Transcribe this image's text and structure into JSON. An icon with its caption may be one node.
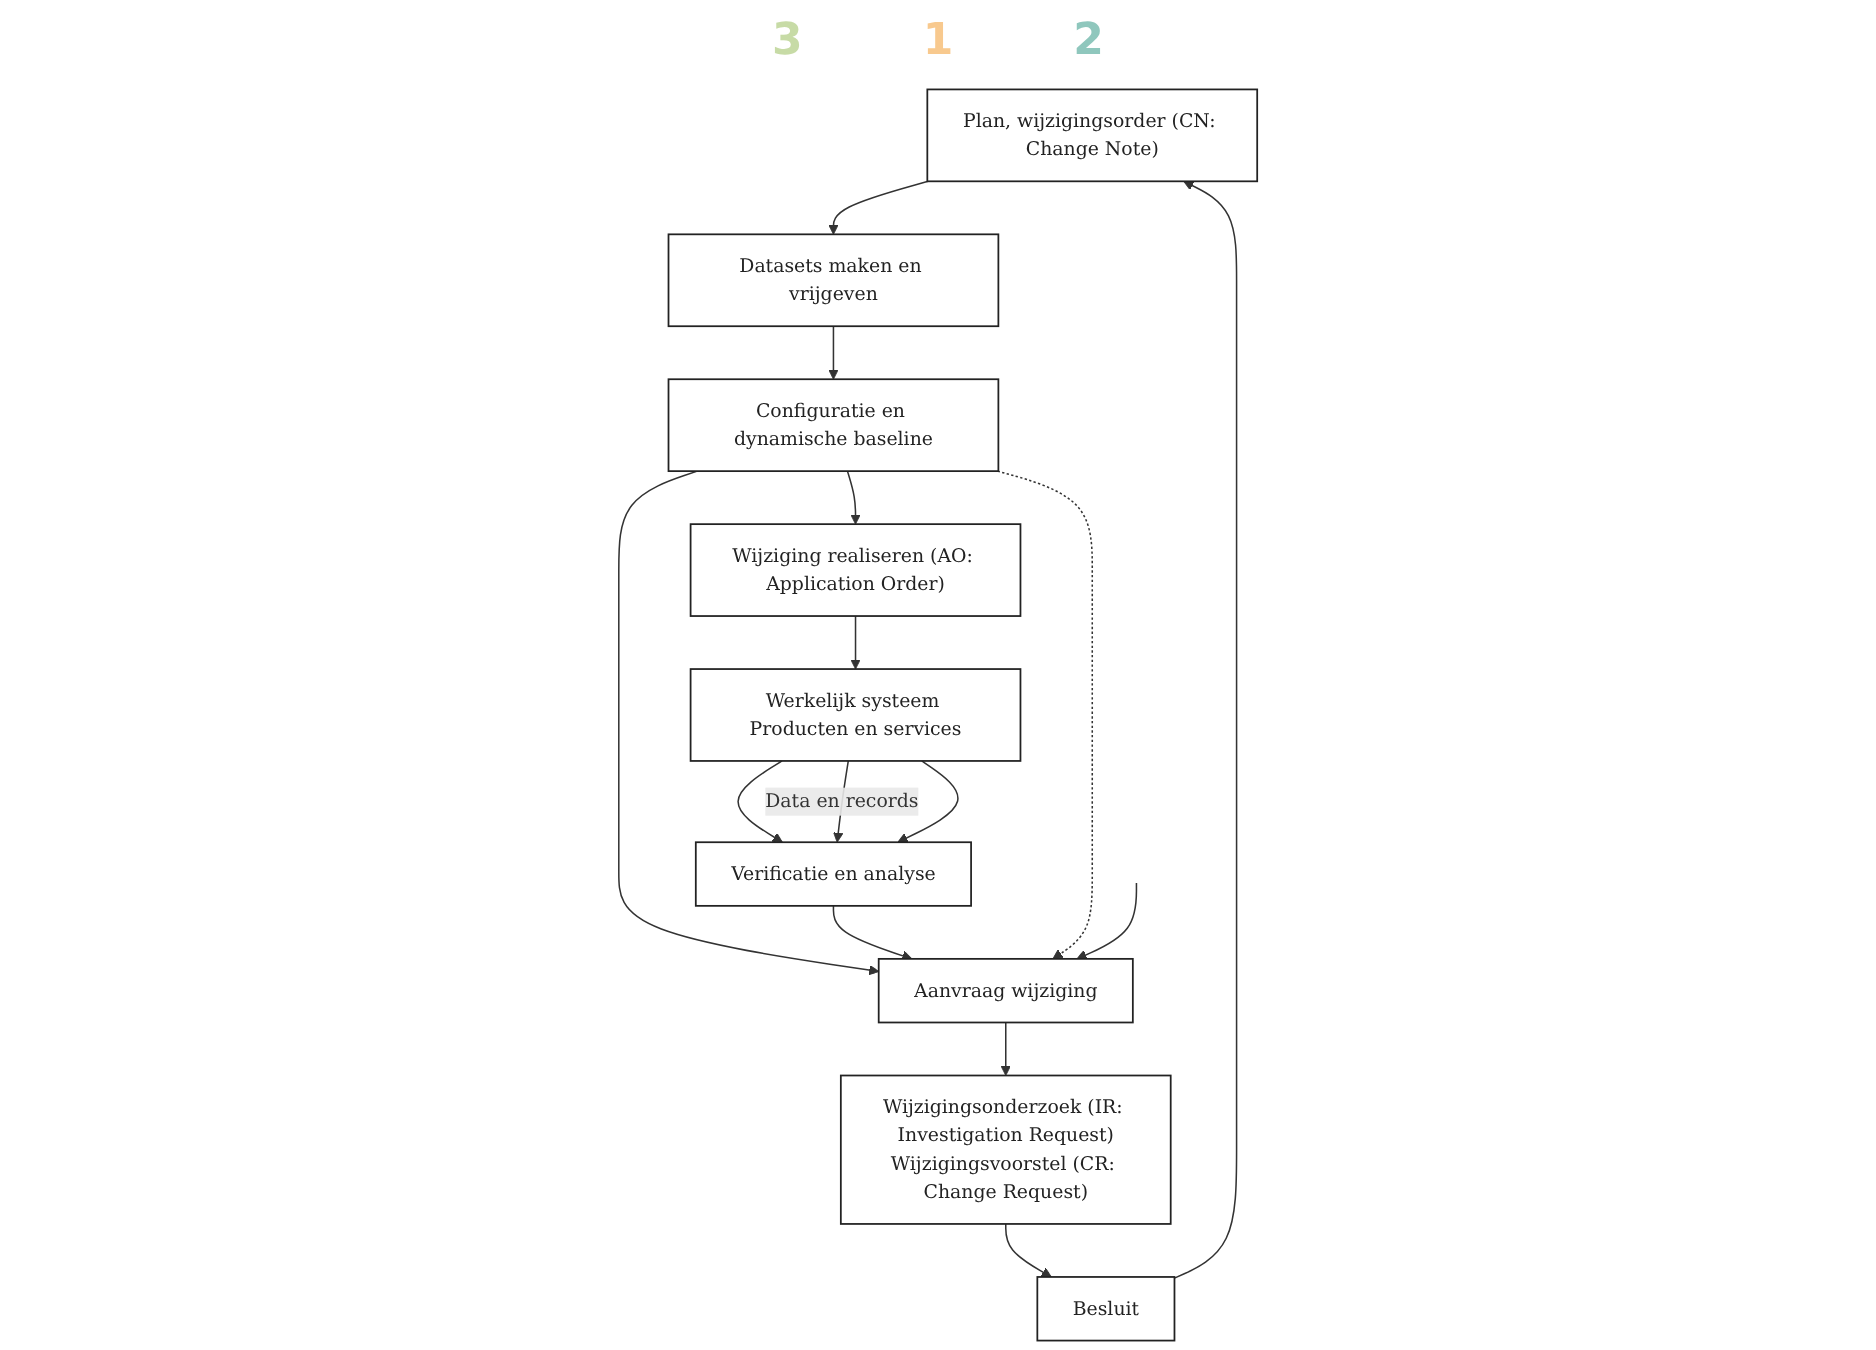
{
  "diagram": {
    "nodes": [
      {
        "text": [
          "Plan, wijzigingsorder (CN: Change Note)"
        ]
      },
      {
        "text": [
          "Datasets maken en vrijgeven"
        ]
      },
      {
        "text": [
          "Wijziging realiseren (AO: Application Order)"
        ]
      },
      {
        "text": [
          "Besluit"
        ]
      },
      {
        "text": [
          "Configuratie en dynamische baseline"
        ]
      },
      {
        "text": [
          "Werkelijk systeem Producten en services"
        ]
      },
      {
        "text": [
          "Wijzigingsonderzoek (IR: Investigation Request)",
          "Wijzigingsvoorstel (CR: Change Request)"
        ]
      },
      {
        "text": [
          "Aanvraag wijziging"
        ]
      },
      {
        "text": [
          "Verificatie en analyse"
        ]
      }
    ],
    "edges": [
      {
        "from": 0,
        "to": 1,
        "arrow": "to"
      },
      {
        "from": 1,
        "to": 4,
        "arrow": "to"
      },
      {
        "from": 4,
        "to": 2,
        "arrow": "to"
      },
      {
        "from": 2,
        "to": 5,
        "arrow": "to"
      },
      {
        "from": 5,
        "to": 8,
        "arrow": "to"
      },
      {
        "from": 5,
        "to": 8,
        "arrow": "to",
        "label": "Data en records"
      },
      {
        "from": 5,
        "to": 8,
        "arrow": "to"
      },
      {
        "from": 4,
        "to": 7,
        "arrow": "to"
      },
      {
        "from": 8,
        "to": 7,
        "arrow": "to"
      },
      {
        "from": 4,
        "to": 7,
        "arrow": "to",
        "style": "dashed"
      },
      {
        "from": 7,
        "to": 6,
        "arrow": "to"
      },
      {
        "from": 6,
        "to": 3,
        "arrow": "to"
      },
      {
        "from": 3,
        "to": 0,
        "arrow": "to"
      },
      {
        "from": null,
        "to": 7,
        "arrow": "to"
      }
    ],
    "labels": [
      "3",
      "1",
      "2"
    ]
  }
}
